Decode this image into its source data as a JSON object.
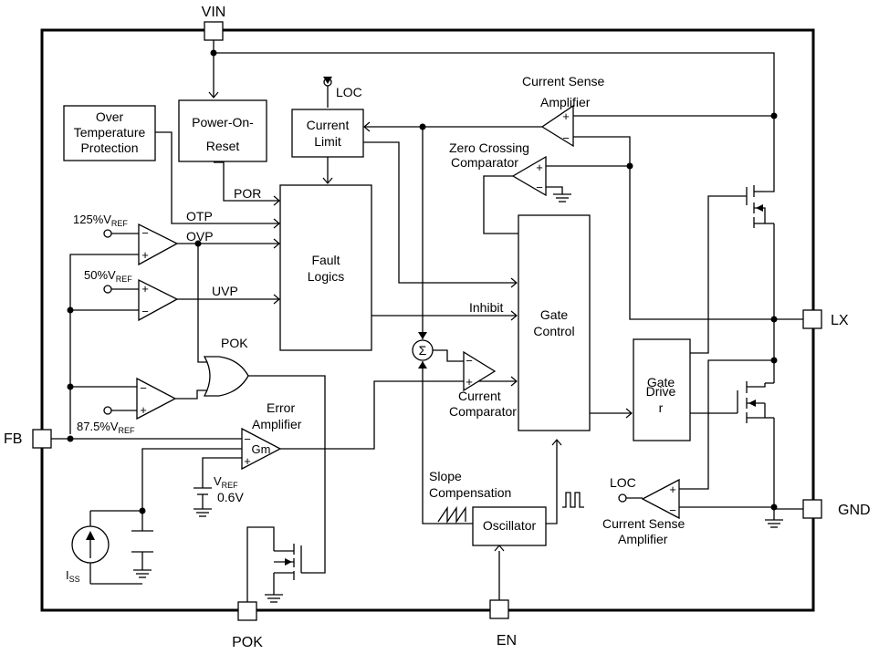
{
  "pins": {
    "vin": "VIN",
    "lx": "LX",
    "gnd": "GND",
    "fb": "FB",
    "pok": "POK",
    "en": "EN"
  },
  "blocks": {
    "otp_line1": "Over",
    "otp_line2": "Temperature",
    "otp_line3": "Protection",
    "por_line1": "Power-On-",
    "por_line2": "Reset",
    "ilim_line1": "Current",
    "ilim_line2": "Limit",
    "fault_line1": "Fault",
    "fault_line2": "Logics",
    "gate_line1": "Gate",
    "gate_line2": "Control",
    "drv_line1": "Gate",
    "drv_line2": "Drive",
    "drv_line3": "r",
    "osc": "Oscillator"
  },
  "labels": {
    "loc_top": "LOC",
    "loc_bottom": "LOC",
    "csa_top_1": "Current Sense",
    "csa_top_2": "Amplifier",
    "zc_1": "Zero Crossing",
    "zc_2": "Comparator",
    "por_sig": "POR",
    "otp_sig": "OTP",
    "ovp_sig": "OVP",
    "uvp_sig": "UVP",
    "inhibit": "Inhibit",
    "ref125_a": "125%V",
    "ref125_b": "REF",
    "ref50_a": "50%V",
    "ref50_b": "REF",
    "ref875_a": "87.5%V",
    "ref875_b": "REF",
    "pok_gate": "POK",
    "ea_1": "Error",
    "ea_2": "Amplifier",
    "gm": "Gm",
    "vref_a": "V",
    "vref_b": "REF",
    "vref_val": "0.6V",
    "cc_1": "Current",
    "cc_2": "Comparator",
    "slope_1": "Slope",
    "slope_2": "Compensation",
    "iss_a": "I",
    "iss_b": "SS",
    "csa_bot_1": "Current Sense",
    "csa_bot_2": "Amplifier",
    "sigma": "Σ"
  },
  "colors": {
    "line": "#000000",
    "background": "#ffffff"
  }
}
